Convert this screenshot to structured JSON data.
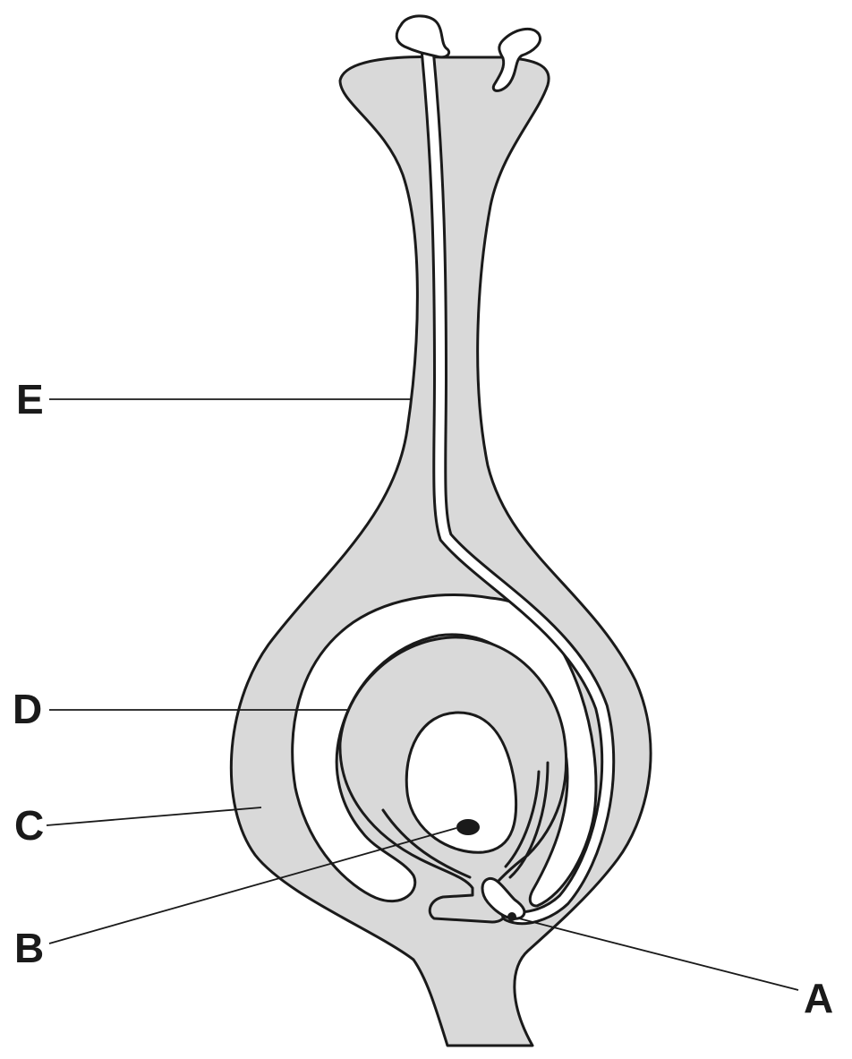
{
  "colors": {
    "tissue_fill": "#d9d9d9",
    "cavity_fill": "#ffffff",
    "outline": "#1a1a1a"
  },
  "labels": {
    "a": "A",
    "b": "B",
    "c": "C",
    "d": "D",
    "e": "E"
  }
}
